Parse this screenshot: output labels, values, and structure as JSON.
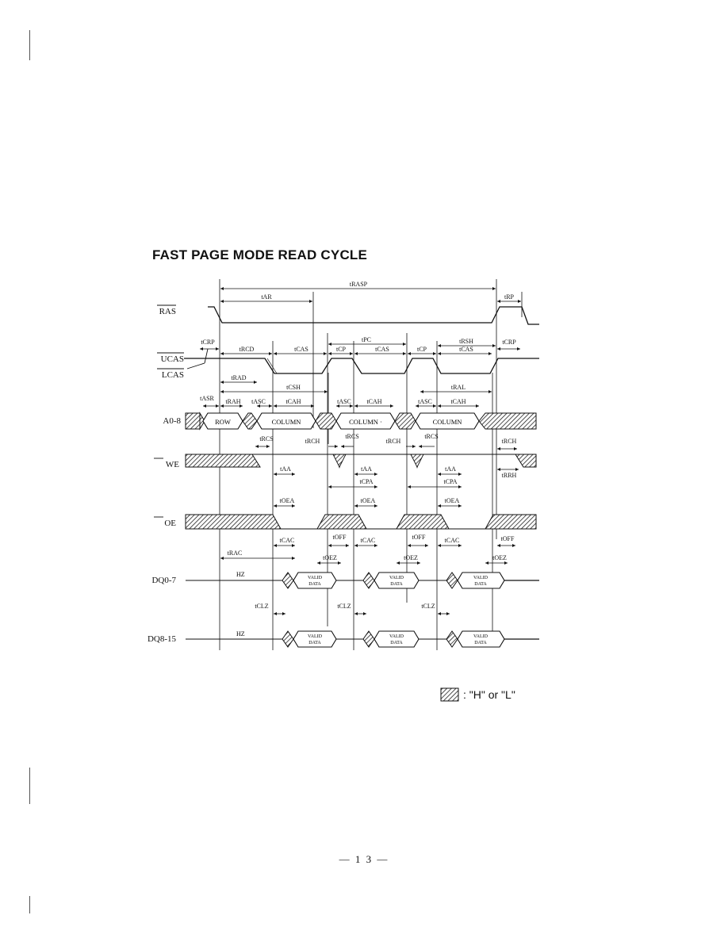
{
  "title": "FAST PAGE MODE READ CYCLE",
  "page_number": "— 1 3 —",
  "signals": [
    "RAS",
    "UCAS",
    "LCAS",
    "A0-8",
    "WE",
    "OE",
    "DQ0-7",
    "DQ8-15"
  ],
  "address_fields": [
    "ROW",
    "COLUMN",
    "COLUMN ·",
    "COLUMN"
  ],
  "data_fields": [
    "VALID",
    "DATA"
  ],
  "hz": "HZ",
  "timing_labels": {
    "tRASP": "tRASP",
    "tAR": "tAR",
    "tRP": "tRP",
    "tCRP": "tCRP",
    "tRCD": "tRCD",
    "tCAS": "tCAS",
    "tCP": "tCP",
    "tPC": "tPC",
    "tRSH": "tRSH",
    "tRAD": "tRAD",
    "tCSH": "tCSH",
    "tRAL": "tRAL",
    "tASR": "tASR",
    "tRAH": "tRAH",
    "tASC": "tASC",
    "tCAH": "tCAH",
    "tRCS": "tRCS",
    "tRCH": "tRCH",
    "tRRH": "tRRH",
    "tAA": "tAA",
    "tCPA": "tCPA",
    "tOEA": "tOEA",
    "tCAC": "tCAC",
    "tOFF": "tOFF",
    "tOEZ": "tOEZ",
    "tRAC": "tRAC",
    "tCLZ": "tCLZ"
  },
  "legend_text": ": \"H\" or \"L\""
}
